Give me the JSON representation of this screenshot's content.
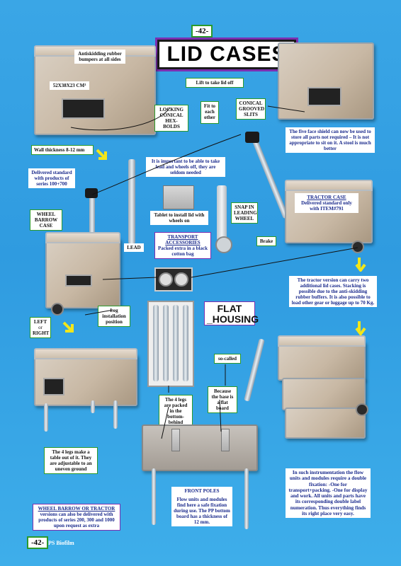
{
  "page_number": "-42-",
  "title": "LID CASES",
  "labels": {
    "antiskid": "Antiskidding rubber bumpers at all sides",
    "dims": "52X38X23 CM³",
    "lift": "Lift to take lid off",
    "fit": "Fit to each other",
    "locking": "LOCKING CONICAL HEX-BOLDS",
    "conical_slits": "CONICAL GROOVED SLITS",
    "five_face": "The five face shield can now be used to store all parts not required – It is not appropriate to sit on it. A stool is much better",
    "wall": "Wall thickness 8-12 mm",
    "delivered_series": "Delivered standard with products of series 100+700",
    "wheel_barrow": "WHEEL BARROW CASE",
    "important": "It is important to be able to take lead and wheels off, they are seldom needed",
    "tablet": "Tablet to install lid with wheels on",
    "snap": "SNAP IN LEADING WHEEL",
    "tractor_case_head": "TRACTOR CASE",
    "tractor_case_body": "Delivered standard only with ITEM#791",
    "brake": "Brake",
    "lead": "LEAD",
    "transport_head": "TRANSPORT ACCESSORIES",
    "transport_body": "Packed extra in a black cotton bag",
    "tractor_version": "The tractor version can carry two additional lid cases. Stacking is possible due to the anti-skidding rubber buffers. It is also possible to load other gear or luggage up to 70 Kg.",
    "left_right_a": "LEFT",
    "left_right_b": "or",
    "left_right_c": "RIGHT",
    "leg_install": "Leg installation position",
    "flat_1": "FLAT",
    "flat_2": "_HOUSING",
    "so_called": "so-called",
    "four_legs_packed": "The 4 legs are packed in the bottom-behind",
    "because_base": "Because the base is a flat board",
    "four_legs_table": "The 4 legs make a table out of it. They are adjustable to an uneven ground",
    "front_poles_head": "FRONT POLES",
    "front_poles_body": "Flow units and modules find here a safe fixation during use. The PP bottom board has a thickness of 12 mm.",
    "instrumentation": "In such instrumentation the flow units and modules require a double fixation: -One for transport+packing. -One for display and work. All units and parts have its corresponding double label numeration. Thus everything finds its right place very easy.",
    "wb_tractor_head": "WHEEL BARROW OR TRACTOR",
    "wb_tractor_body": "versions can also be delivered with products of series 200, 300 and 1000 upon request as extra",
    "footer_brand": "PS Biofilm"
  },
  "colors": {
    "background": "#3aa6e6",
    "frame_green": "#2b9a2b",
    "frame_purple": "#7b2fb0",
    "arrow_yellow": "#f2e61a",
    "text_blue": "#1a2a8c"
  }
}
